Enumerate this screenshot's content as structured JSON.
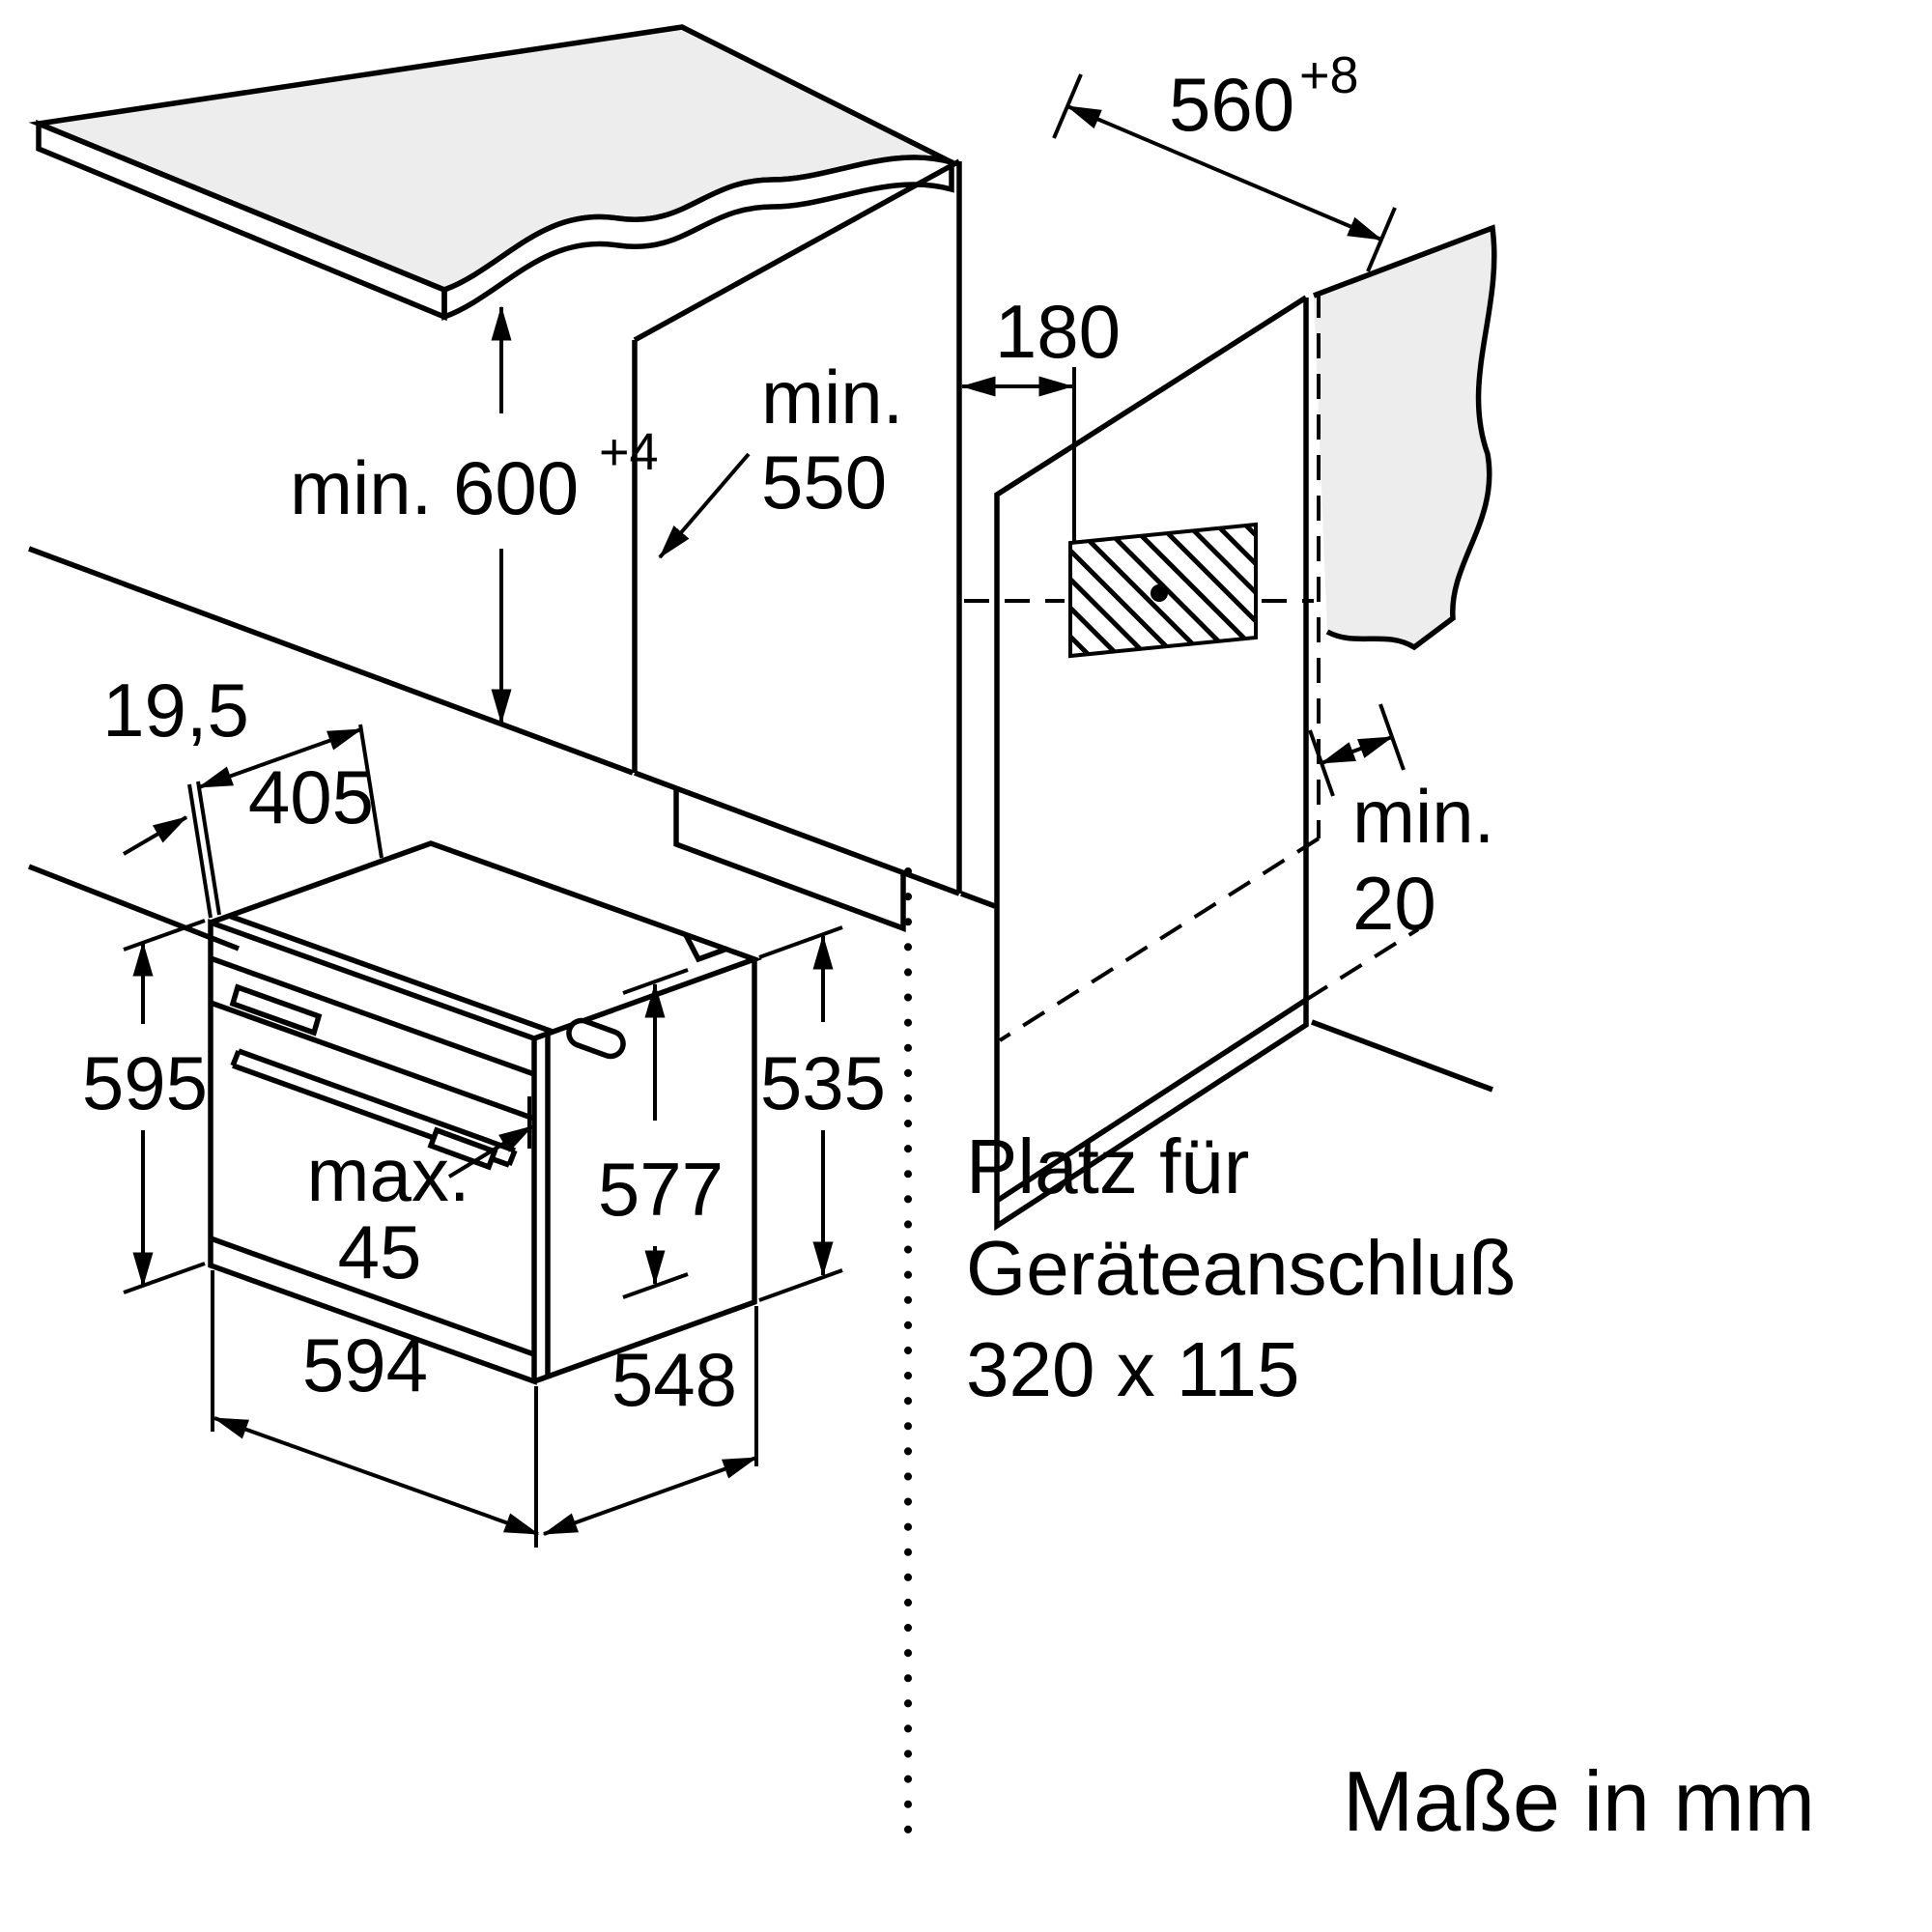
{
  "colors": {
    "line": "#000000",
    "surface_gray": "#ededed",
    "background": "#ffffff"
  },
  "dims": {
    "niche_height": "min. 600",
    "niche_height_sup": "+4",
    "cabinet_depth_line1": "min.",
    "cabinet_depth_line2": "550",
    "connection_offset": "180",
    "niche_width": "560",
    "niche_width_sup": "+8",
    "bottom_clearance_line1": "min.",
    "bottom_clearance_line2": "20",
    "frame_overhang": "19,5",
    "top_depth": "405",
    "front_height": "595",
    "handle_line1": "max.",
    "handle_line2": "45",
    "inner_height": "577",
    "rear_height": "535",
    "oven_width": "594",
    "oven_depth": "548"
  },
  "notes": {
    "connection_line1": "Platz für",
    "connection_line2": "Geräteanschluß",
    "connection_line3": "320 x 115",
    "units": "Maße in mm"
  }
}
